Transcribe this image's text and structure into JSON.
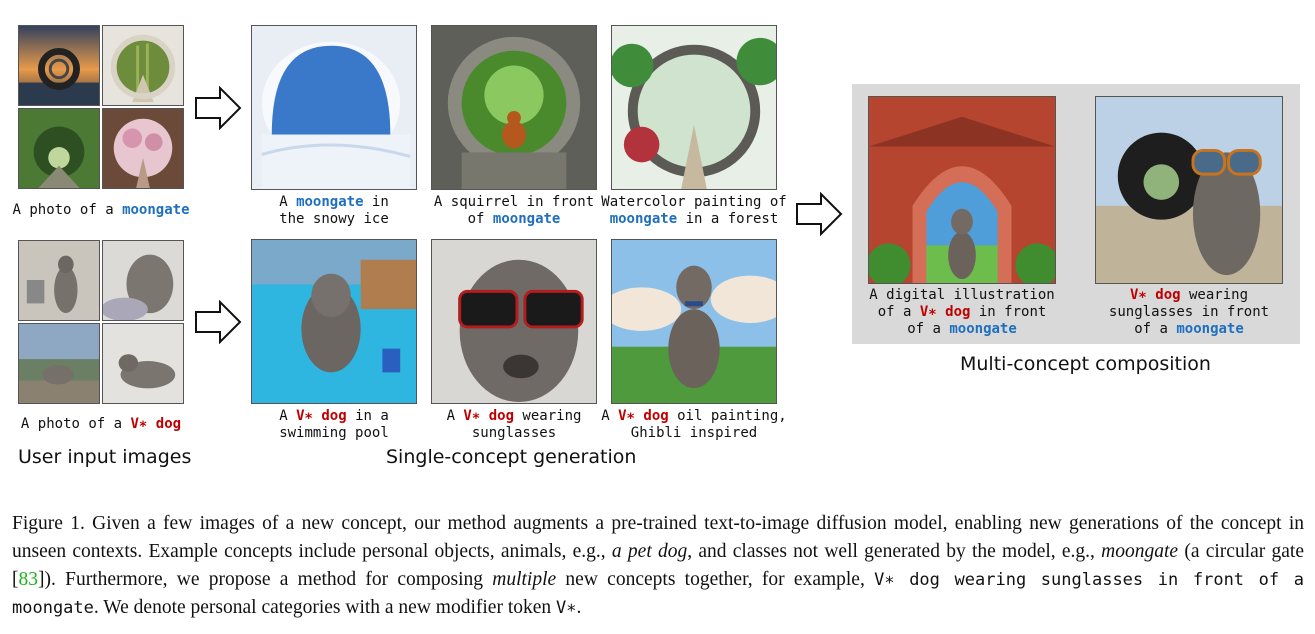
{
  "colors": {
    "concept_blue": "#1f6fbf",
    "token_red": "#c00000",
    "panel_gray": "#d9d9d9",
    "cite_green": "#1db31d"
  },
  "sections": {
    "user_input": "User input images",
    "single_concept": "Single-concept generation",
    "multi_concept": "Multi-concept composition"
  },
  "user_rows": {
    "moongate": {
      "prefix": "A photo of a ",
      "concept": "moongate"
    },
    "dog": {
      "prefix": "A photo of a ",
      "token": "V∗ dog"
    }
  },
  "moongate_prompts": [
    {
      "l1a": "A ",
      "l1b": "moongate",
      "l1c": " in",
      "l2": "the snowy ice"
    },
    {
      "l1": "A squirrel in front",
      "l2a": "of ",
      "l2b": "moongate"
    },
    {
      "l1": "Watercolor painting of",
      "l2a": "moongate",
      "l2b": " in a forest"
    }
  ],
  "dog_prompts": [
    {
      "l1a": "A ",
      "l1b": "V∗ dog",
      "l1c": " in a",
      "l2": "swimming pool"
    },
    {
      "l1a": "A ",
      "l1b": "V∗ dog",
      "l1c": " wearing",
      "l2": "sunglasses"
    },
    {
      "l1a": "A ",
      "l1b": "V∗ dog",
      "l1c": " oil painting,",
      "l2": "Ghibli inspired"
    }
  ],
  "multi_prompts": [
    {
      "l1": "A digital illustration",
      "l2a": "of a ",
      "l2b": "V∗ dog",
      "l2c": " in front",
      "l3a": "of a ",
      "l3b": "moongate"
    },
    {
      "l1a": "V∗ dog",
      "l1b": " wearing",
      "l2": "sunglasses in front",
      "l3a": "of a ",
      "l3b": "moongate"
    }
  ],
  "figure_caption": {
    "p1": "Figure 1. Given a few images of a new concept, our method augments a pre-trained text-to-image diffusion model, enabling new generations of the concept in unseen contexts. Example concepts include personal objects, animals, e.g., ",
    "em1": "a pet dog",
    "p2": ", and classes not well generated by the model, e.g., ",
    "em2": "moongate",
    "p3": " (a circular gate [",
    "cite": "83",
    "p4": "]). Furthermore, we propose a method for composing ",
    "em3": "multiple",
    "p5": " new concepts together, for example, ",
    "code1": "V∗ dog wearing sunglasses in front of a moongate",
    "p6": ". We denote personal categories with a new modifier token ",
    "code2": "V∗",
    "p7": "."
  }
}
